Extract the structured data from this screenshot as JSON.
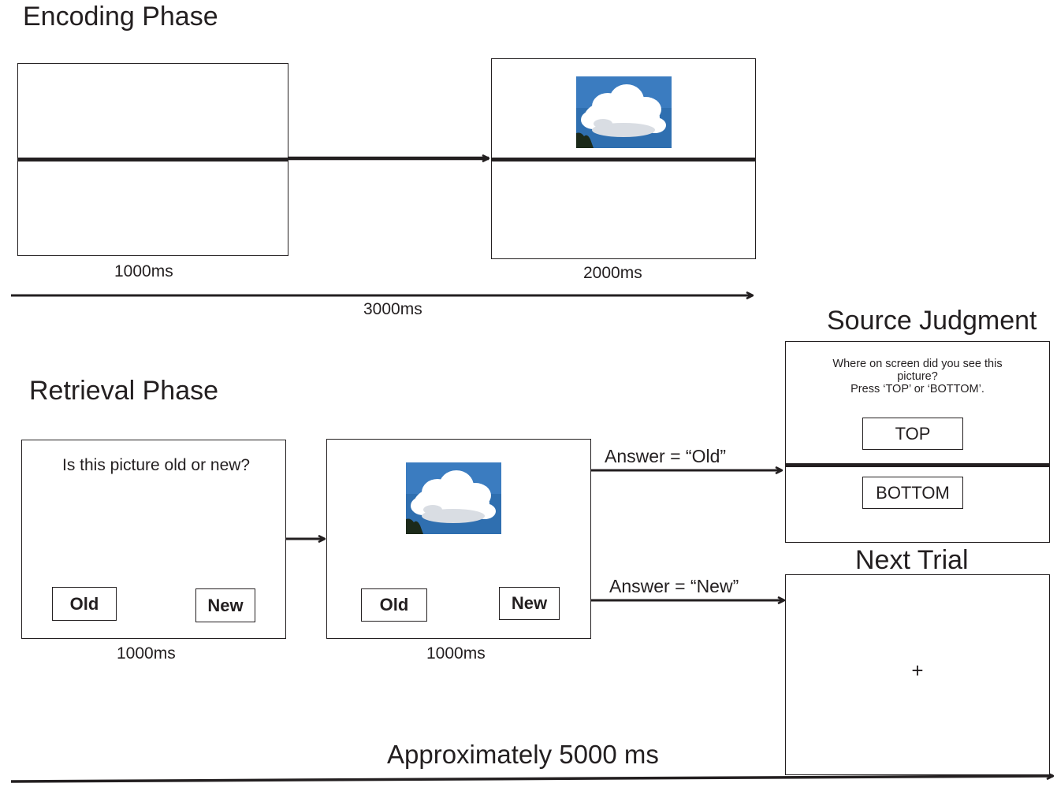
{
  "encoding": {
    "title": "Encoding Phase",
    "blank_duration": "1000ms",
    "picture_duration": "2000ms",
    "total_duration": "3000ms"
  },
  "retrieval": {
    "title": "Retrieval Phase",
    "question": "Is this picture old or new?",
    "old_label": "Old",
    "new_label": "New",
    "question_duration": "1000ms",
    "picture_duration": "1000ms",
    "answer_old": "Answer = “Old”",
    "answer_new": "Answer = “New”"
  },
  "source": {
    "title": "Source Judgment",
    "prompt_line1": "Where on screen did you see this",
    "prompt_line2": "picture?",
    "prompt_line3": "Press ‘TOP’ or ‘BOTTOM’.",
    "top_label": "TOP",
    "bottom_label": "BOTTOM"
  },
  "next": {
    "title": "Next Trial",
    "fixation": "+"
  },
  "overall": {
    "label": "Approximately 5000 ms"
  },
  "colors": {
    "ink": "#231f20",
    "sky": "#2f6fb0"
  },
  "icons": {
    "stimulus": "cloud-photo",
    "arrow": "arrow-right"
  }
}
